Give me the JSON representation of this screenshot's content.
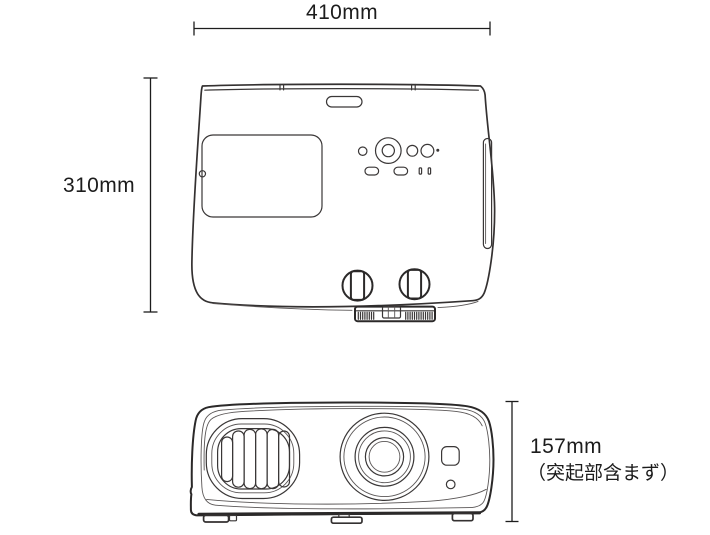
{
  "colors": {
    "background": "#ffffff",
    "line": "#3a3737",
    "text": "#1c1c1c"
  },
  "dimensions": {
    "width": {
      "label": "410mm"
    },
    "depth": {
      "label": "310mm"
    },
    "height": {
      "label": "157mm",
      "note": "（突起部含まず）"
    }
  }
}
